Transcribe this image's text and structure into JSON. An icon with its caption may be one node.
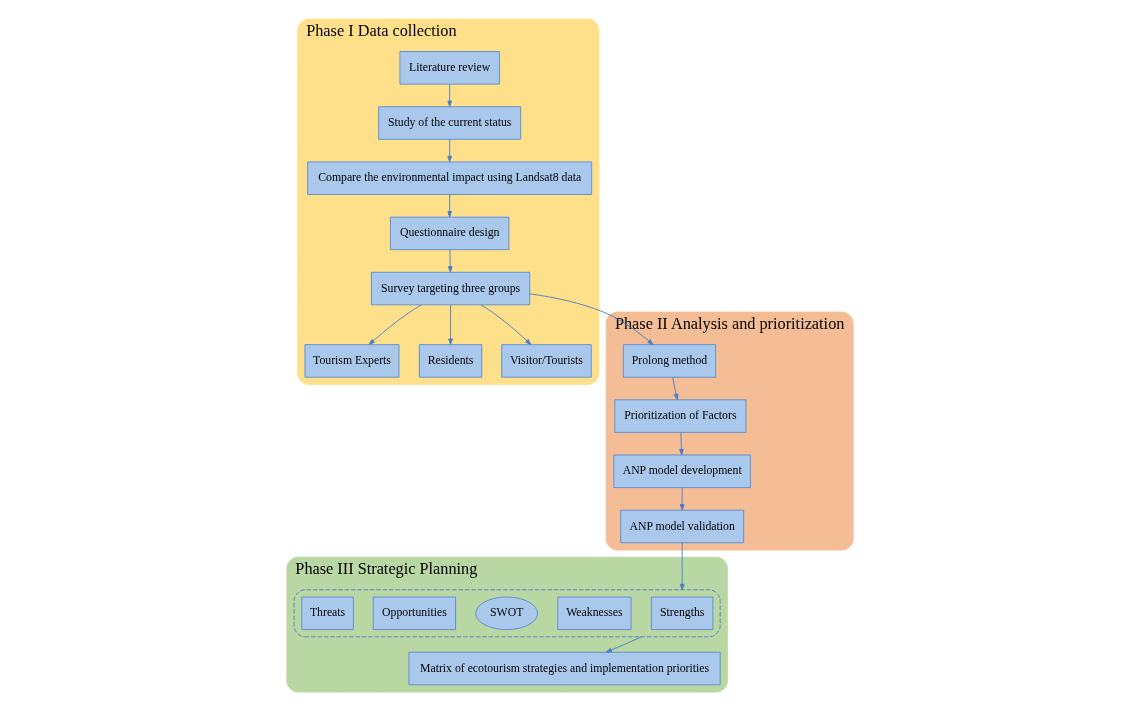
{
  "diagram": {
    "nodes": [
      {
        "text": [
          "Phase I Data collection"
        ]
      },
      {
        "text": [
          "Literature review"
        ],
        "in": 0
      },
      {
        "text": [
          "Study of the current status"
        ],
        "in": 0
      },
      {
        "text": [
          "Compare the environmental impact using Landsat8 data"
        ],
        "in": 0
      },
      {
        "text": [
          "Questionnaire design"
        ],
        "in": 0
      },
      {
        "text": [
          "Survey targeting three groups"
        ],
        "in": 0
      },
      {
        "text": [
          "Tourism Experts"
        ],
        "in": 0
      },
      {
        "text": [
          "Residents"
        ],
        "in": 0
      },
      {
        "text": [
          "Visitor/Tourists"
        ],
        "in": 0
      },
      {
        "text": [
          "Phase II Analysis and prioritization"
        ]
      },
      {
        "text": [
          "Prolong method"
        ],
        "in": 9
      },
      {
        "text": [
          "Prioritization of Factors"
        ],
        "in": 9
      },
      {
        "text": [
          "ANP model development"
        ],
        "in": 9
      },
      {
        "text": [
          "ANP model validation"
        ],
        "in": 9
      },
      {
        "text": [
          "Phase III Strategic Planning"
        ]
      },
      {
        "text": [],
        "shape": "box",
        "in": 14
      },
      {
        "text": [
          "Strengths"
        ],
        "in": 15
      },
      {
        "text": [
          "Weaknesses"
        ],
        "in": 15
      },
      {
        "text": [
          "SWOT"
        ],
        "in": 15
      },
      {
        "text": [
          "Opportunities"
        ],
        "in": 15
      },
      {
        "text": [
          "Threats"
        ],
        "in": 15
      },
      {
        "text": [
          "Matrix of ecotourism strategies and implementation priorities"
        ],
        "in": 14
      }
    ],
    "edges": [
      {
        "from": 1,
        "to": 2,
        "arrow": "to"
      },
      {
        "from": 2,
        "to": 3,
        "arrow": "to"
      },
      {
        "from": 3,
        "to": 4,
        "arrow": "to"
      },
      {
        "from": 4,
        "to": 5,
        "arrow": "to"
      },
      {
        "from": 5,
        "to": 6,
        "arrow": "to"
      },
      {
        "from": 5,
        "to": 7,
        "arrow": "to"
      },
      {
        "from": 5,
        "to": 8,
        "arrow": "to"
      },
      {
        "from": 5,
        "to": 10,
        "arrow": "to"
      },
      {
        "from": 10,
        "to": 11,
        "arrow": "to"
      },
      {
        "from": 11,
        "to": 12,
        "arrow": "to"
      },
      {
        "from": 12,
        "to": 13,
        "arrow": "to"
      },
      {
        "from": 13,
        "to": 15,
        "arrow": "to"
      },
      {
        "from": 15,
        "to": 21,
        "arrow": "to"
      }
    ]
  }
}
